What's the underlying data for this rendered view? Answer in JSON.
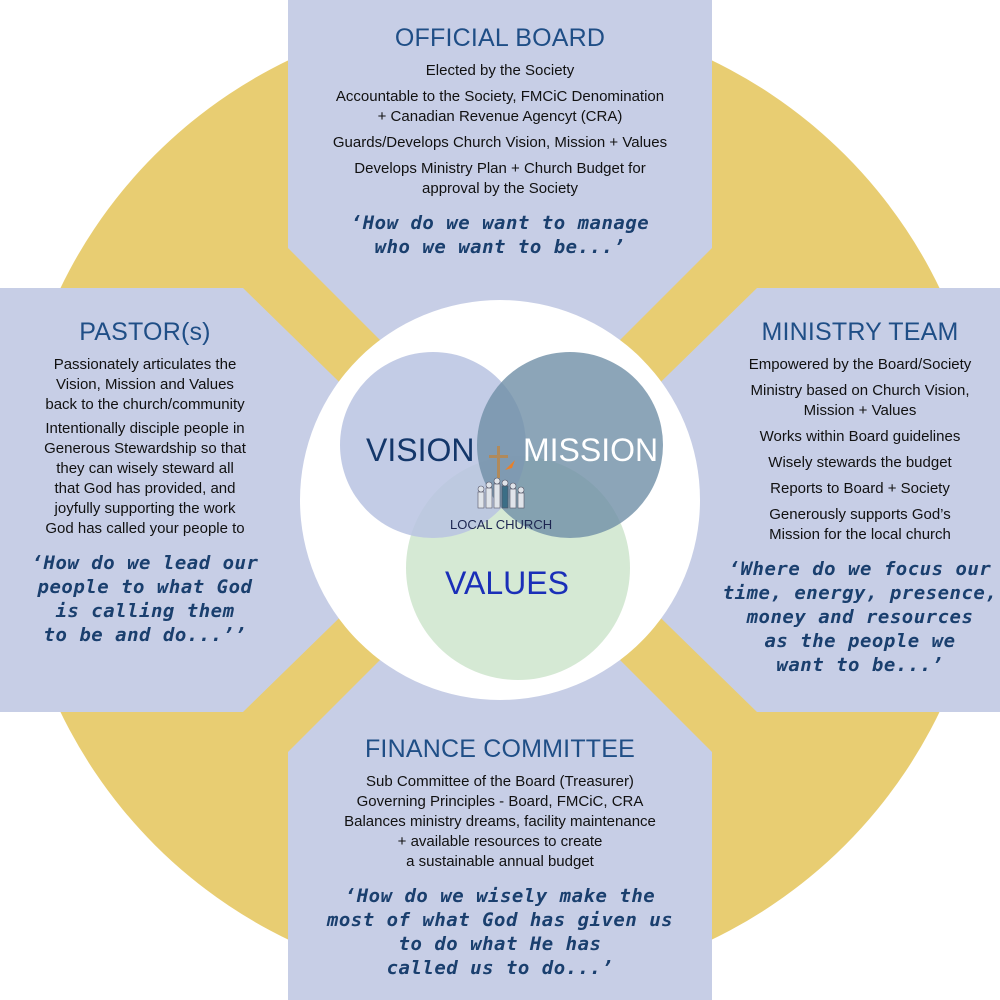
{
  "colors": {
    "gold": "#e8cd72",
    "panel": "#c7cee6",
    "title": "#1f4e86",
    "vision": "#c3cbe6",
    "mission": "#7b97ad",
    "values": "#d3e8d2"
  },
  "board": {
    "title": "OFFICIAL BOARD",
    "items": [
      [
        "Elected by the Society"
      ],
      [
        "Accountable to the Society, FMCiC Denomination",
        "+ Canadian Revenue Agencyt (CRA)"
      ],
      [
        "Guards/Develops Church Vision, Mission + Values"
      ],
      [
        "Develops Ministry Plan + Church Budget for",
        "approval by the Society"
      ]
    ],
    "quote": [
      "‘How do we want to manage",
      "who we want to be...’"
    ]
  },
  "pastor": {
    "title": "PASTOR(s)",
    "items": [
      [
        "Passionately articulates the",
        "Vision, Mission and Values",
        "back to the church/community"
      ],
      [
        "Intentionally disciple people in",
        "Generous Stewardship so that",
        "they can wisely steward all",
        "that God has provided, and",
        "joyfully supporting the work",
        "God has called your people to"
      ]
    ],
    "quote": [
      "‘How do we lead our",
      "people to what God",
      "is calling them",
      "to be and do...’’"
    ]
  },
  "ministry": {
    "title": "MINISTRY TEAM",
    "items": [
      [
        "Empowered by the Board/Society"
      ],
      [
        "Ministry based on Church Vision,",
        "Mission + Values"
      ],
      [
        "Works within Board guidelines"
      ],
      [
        "Wisely stewards the budget"
      ],
      [
        "Reports to Board + Society"
      ],
      [
        "Generously supports God’s",
        "Mission for the local church"
      ]
    ],
    "quote": [
      "‘Where do we focus our",
      "time, energy, presence,",
      "money and resources",
      "as the people we",
      "want to be...’"
    ]
  },
  "finance": {
    "title": "FINANCE COMMITTEE",
    "items": [
      [
        "Sub Committee of the Board (Treasurer)"
      ],
      [
        "Governing Principles - Board, FMCiC, CRA"
      ],
      [
        "Balances ministry dreams, facility maintenance",
        "+ available resources to create",
        "a sustainable annual budget"
      ]
    ],
    "quote": [
      "‘How do we wisely make the",
      "most of what God has given us",
      "to do what He has",
      "called us to do...’"
    ]
  },
  "venn": {
    "vision": "VISION",
    "mission": "MISSION",
    "values": "VALUES",
    "center": "LOCAL CHURCH"
  }
}
